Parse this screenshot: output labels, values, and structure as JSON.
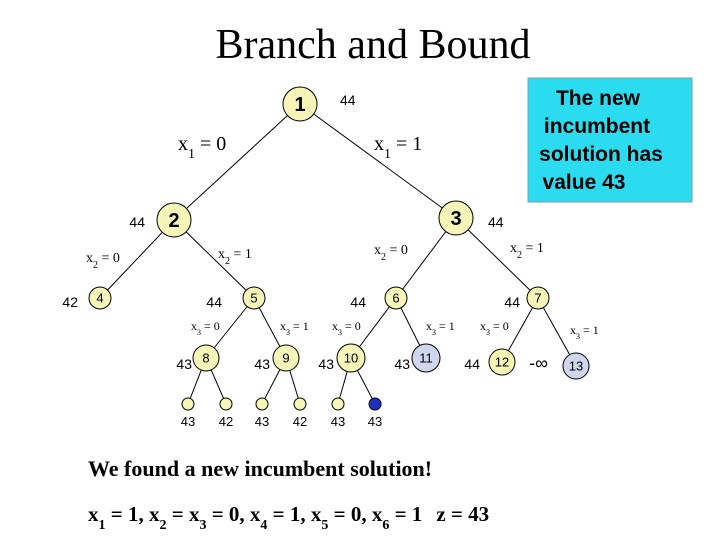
{
  "title": "Branch and Bound",
  "colors": {
    "node_fill": "#f5f5b8",
    "node_stroke": "#000000",
    "node_blue": "#cfd6ee",
    "leaf_dark": "#1f2fbf",
    "callout_fill": "#2bdcf0",
    "line": "#000000"
  },
  "callout": {
    "lines": [
      "The new",
      "incumbent",
      "solution has",
      "value 43"
    ]
  },
  "nodes": [
    {
      "id": "1",
      "bound": "44",
      "fill": "yellow"
    },
    {
      "id": "2",
      "bound": "44",
      "fill": "yellow"
    },
    {
      "id": "3",
      "bound": "44",
      "fill": "yellow"
    },
    {
      "id": "4",
      "bound": "42",
      "fill": "yellow"
    },
    {
      "id": "5",
      "bound": "44",
      "fill": "yellow"
    },
    {
      "id": "6",
      "bound": "44",
      "fill": "yellow"
    },
    {
      "id": "7",
      "bound": "44",
      "fill": "yellow"
    },
    {
      "id": "8",
      "bound": "43",
      "fill": "yellow"
    },
    {
      "id": "9",
      "bound": "43",
      "fill": "yellow"
    },
    {
      "id": "10",
      "bound": "43",
      "fill": "yellow"
    },
    {
      "id": "11",
      "bound": "43",
      "fill": "blue"
    },
    {
      "id": "12",
      "bound": "44",
      "fill": "yellow"
    },
    {
      "id": "13",
      "bound": "-∞",
      "fill": "blue"
    }
  ],
  "edges": [
    {
      "from": "1",
      "to": "2",
      "label": "x1 = 0"
    },
    {
      "from": "1",
      "to": "3",
      "label": "x1 = 1"
    },
    {
      "from": "2",
      "to": "4",
      "label": "x2 = 0"
    },
    {
      "from": "2",
      "to": "5",
      "label": "x2 = 1"
    },
    {
      "from": "3",
      "to": "6",
      "label": "x2 = 0"
    },
    {
      "from": "3",
      "to": "7",
      "label": "x2 = 1"
    },
    {
      "from": "5",
      "to": "8",
      "label": "x3 = 0"
    },
    {
      "from": "5",
      "to": "9",
      "label": "x3 = 1"
    },
    {
      "from": "6",
      "to": "10",
      "label": "x3 = 0"
    },
    {
      "from": "6",
      "to": "11",
      "label": "x3 = 1"
    },
    {
      "from": "7",
      "to": "12",
      "label": "x3 = 0"
    },
    {
      "from": "7",
      "to": "13",
      "label": "x3 = 1"
    }
  ],
  "leaves": [
    {
      "parent": "8",
      "value": "43",
      "fill": "yellow"
    },
    {
      "parent": "8",
      "value": "42",
      "fill": "yellow"
    },
    {
      "parent": "9",
      "value": "43",
      "fill": "yellow"
    },
    {
      "parent": "9",
      "value": "42",
      "fill": "yellow"
    },
    {
      "parent": "10",
      "value": "43",
      "fill": "yellow"
    },
    {
      "parent": "10",
      "value": "43",
      "fill": "dark"
    }
  ],
  "footer": {
    "message": "We found a new incumbent solution!",
    "solution": "x1 = 1, x2 = x3 = 0, x4 = 1, x5 = 0, x6 = 1 z = 43"
  }
}
